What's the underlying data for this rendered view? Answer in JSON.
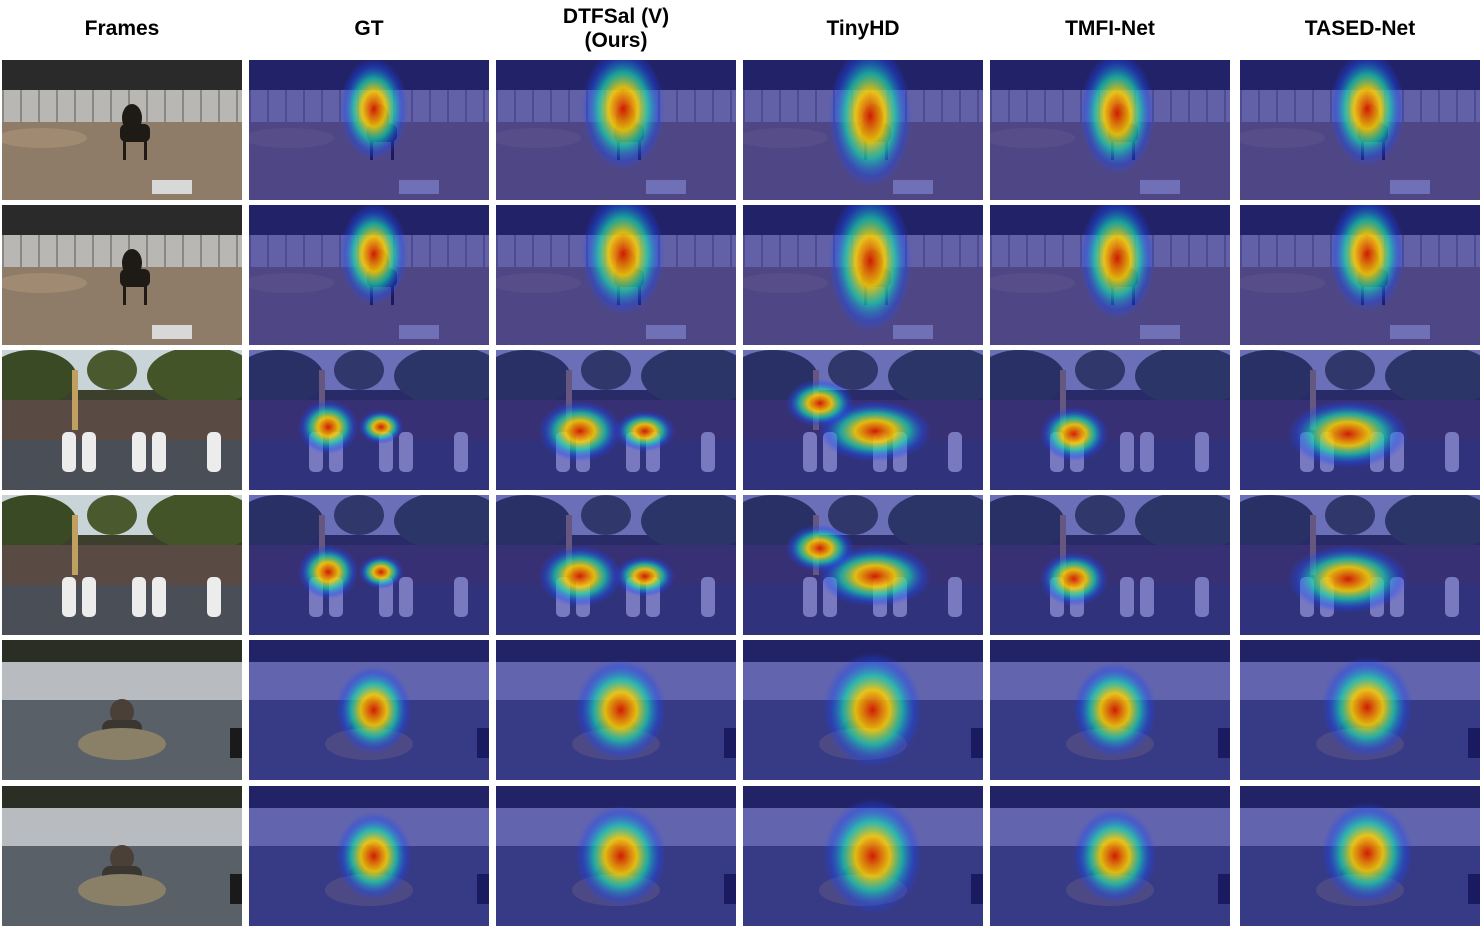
{
  "figure": {
    "columns": [
      {
        "id": "frames",
        "header": "Frames",
        "kind": "frame"
      },
      {
        "id": "gt",
        "header": "GT",
        "kind": "map"
      },
      {
        "id": "dtfsal",
        "header": "DTFSal (V)\n(Ours)",
        "kind": "map"
      },
      {
        "id": "tinyhd",
        "header": "TinyHD",
        "kind": "map"
      },
      {
        "id": "tmfi",
        "header": "TMFI-Net",
        "kind": "map"
      },
      {
        "id": "tased",
        "header": "TASED-Net",
        "kind": "map"
      }
    ],
    "rows": [
      {
        "scene": "horse-rider-arena"
      },
      {
        "scene": "horse-rider-arena"
      },
      {
        "scene": "parade-crowd"
      },
      {
        "scene": "parade-crowd"
      },
      {
        "scene": "fisherman-lake"
      },
      {
        "scene": "fisherman-lake"
      }
    ],
    "colors": {
      "heat_hot": "#d81b00",
      "heat_warm": "#ffd400",
      "heat_mid": "#17d7b0",
      "heat_cool": "#1a4bff",
      "map_tint": "#1c1c9c"
    }
  }
}
